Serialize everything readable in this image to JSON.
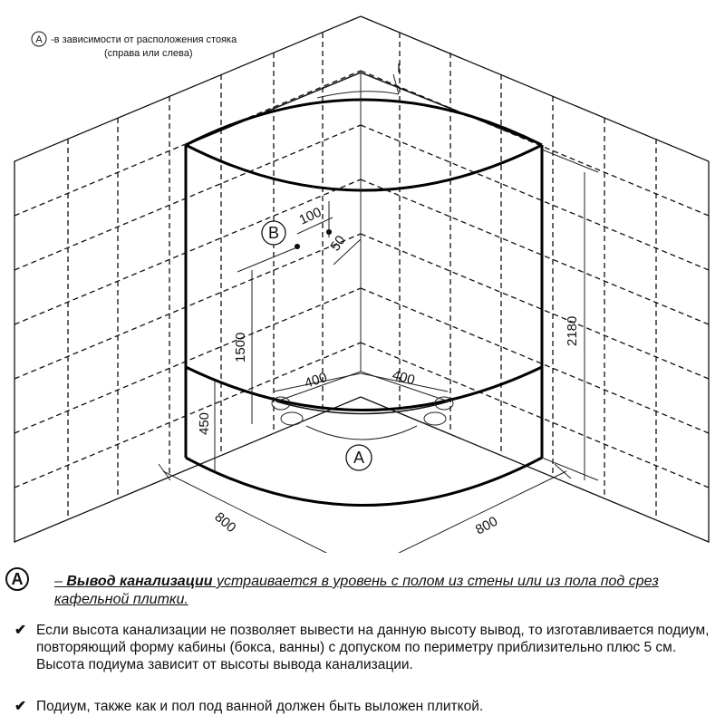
{
  "top_note": {
    "marker": "A",
    "line1": "-в зависимости от расположения стояка",
    "line2": "(справа или слева)"
  },
  "labels": {
    "marker_b": "B",
    "marker_a": "A",
    "marker_i": "I"
  },
  "dimensions": {
    "d100": "100",
    "d50": "50",
    "d1500": "1500",
    "d2180": "2180",
    "d400_left": "400",
    "d400_right": "400",
    "d450": "450",
    "d800_left": "800",
    "d800_right": "800"
  },
  "notes": {
    "a_marker": "A",
    "a_dash": "– ",
    "a_bold": "Вывод канализации",
    "a_rest": " устраивается в уровень с полом из стены или из пола под срез кафельной плитки.",
    "check_mark": "✔",
    "check1": "Если высота канализации не позволяет вывести на данную высоту вывод, то изготавливается подиум, повторяющий форму кабины (бокса, ванны) с допуском по периметру приблизительно плюс 5 см. Высота подиума зависит от высоты вывода канализации.",
    "check2": "Подиум, также как и пол под ванной должен быть выложен плиткой."
  }
}
